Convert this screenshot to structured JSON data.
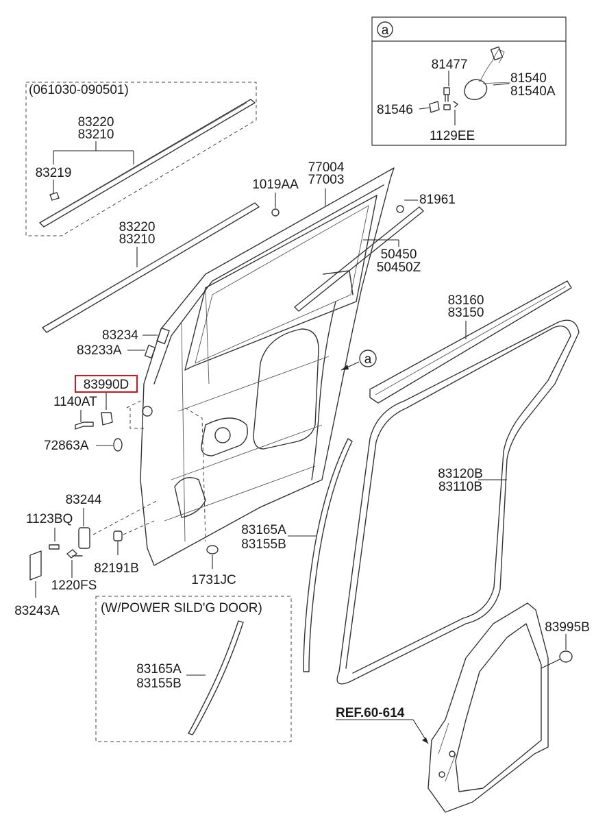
{
  "top_variant_box_label": "(061030-090501)",
  "power_door_box_label": "(W/POWER SILD'G DOOR)",
  "inset_marker": "a",
  "detail_marker": "a",
  "reference_label": "REF.60-614",
  "highlighted_part": "83990D",
  "inset_labels": {
    "p81477": "81477",
    "p81540": "81540",
    "p81540A": "81540A",
    "p81546": "81546",
    "p1129EE": "1129EE"
  },
  "labels": {
    "p83220_top": "83220",
    "p83210_top": "83210",
    "p83219": "83219",
    "p83220": "83220",
    "p83210": "83210",
    "p77004": "77004",
    "p77003": "77003",
    "p1019AA": "1019AA",
    "p81961": "81961",
    "p50450": "50450",
    "p50450Z": "50450Z",
    "p83234": "83234",
    "p83233A": "83233A",
    "p83990D": "83990D",
    "p1140AT": "1140AT",
    "p72863A": "72863A",
    "p83244": "83244",
    "p1123BQ": "1123BQ",
    "p82191B": "82191B",
    "p1220FS": "1220FS",
    "p83243A": "83243A",
    "p1731JC": "1731JC",
    "p83160": "83160",
    "p83150": "83150",
    "p83120B": "83120B",
    "p83110B": "83110B",
    "p83165A": "83165A",
    "p83155B": "83155B",
    "p83165A_b": "83165A",
    "p83155B_b": "83155B",
    "p83995B": "83995B"
  }
}
